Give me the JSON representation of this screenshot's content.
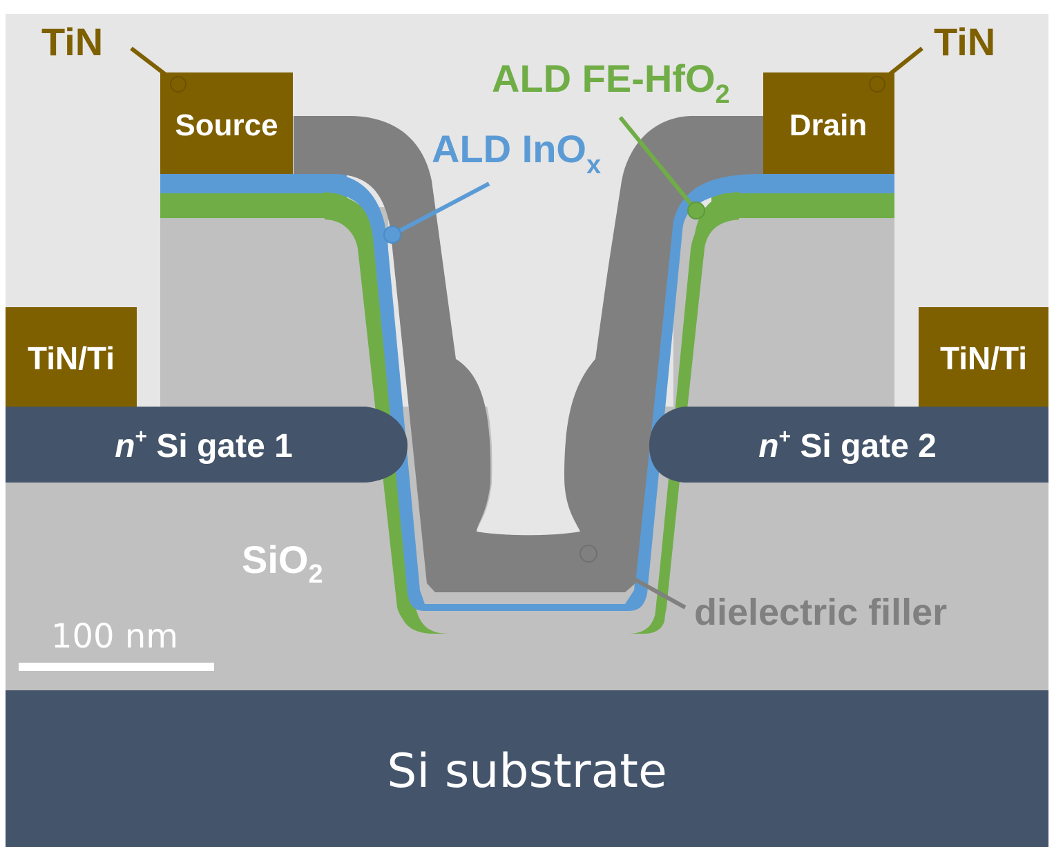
{
  "labels": {
    "tin_left": "TiN",
    "tin_right": "TiN",
    "source": "Source",
    "drain": "Drain",
    "fe_hfo2_main": "ALD FE-HfO",
    "fe_hfo2_sub": "2",
    "inox_main": "ALD InO",
    "inox_sub": "x",
    "tinti_left": "TiN/Ti",
    "tinti_right": "TiN/Ti",
    "gate1_sup": "+",
    "gate1_n": "n",
    "gate1_text": " Si gate 1",
    "gate2_sup": "+",
    "gate2_n": "n",
    "gate2_text": " Si gate 2",
    "sio2_main": "SiO",
    "sio2_sub": "2",
    "dielectric_filler": "dielectric filler",
    "scale_bar": "100 nm",
    "substrate": "Si substrate"
  },
  "colors": {
    "background": "#e6e6e6",
    "oxide": "#c0c0c0",
    "substrate": "#44546a",
    "metal": "#7f6000",
    "hfo2": "#70ad47",
    "inox": "#5b9bd5",
    "filler": "#808080",
    "white": "#ffffff"
  }
}
